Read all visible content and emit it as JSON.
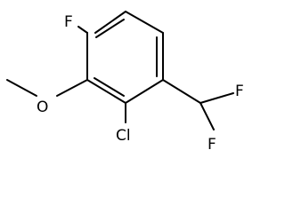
{
  "molecule": {
    "atoms": {
      "fluorine_ring": "F",
      "oxygen": "O",
      "chlorine": "Cl",
      "fluorine_top": "F",
      "fluorine_bottom": "F"
    }
  }
}
